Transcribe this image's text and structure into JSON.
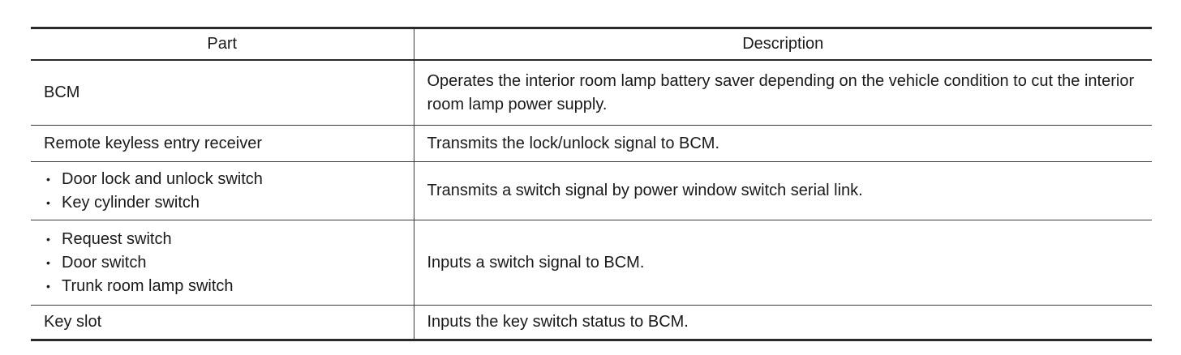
{
  "table": {
    "headers": {
      "part": "Part",
      "description": "Description"
    },
    "rows": [
      {
        "part": "BCM",
        "description": "Operates the interior room lamp battery saver depending on the vehicle condition to cut the interior room lamp power supply."
      },
      {
        "part": "Remote keyless entry receiver",
        "description": "Transmits the lock/unlock signal to BCM."
      },
      {
        "parts": [
          "Door lock and unlock switch",
          "Key cylinder switch"
        ],
        "description": "Transmits a switch signal by power window switch serial link."
      },
      {
        "parts": [
          "Request switch",
          "Door switch",
          "Trunk room lamp switch"
        ],
        "description": "Inputs a switch signal to BCM."
      },
      {
        "part": "Key slot",
        "description": "Inputs the key switch status to BCM."
      }
    ],
    "bullet_glyph": "•"
  }
}
